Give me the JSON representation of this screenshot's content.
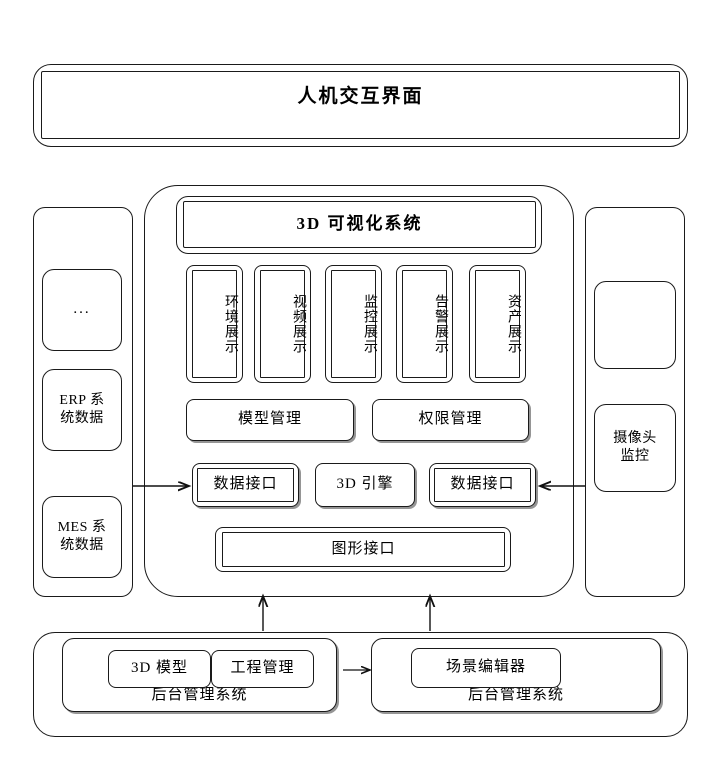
{
  "diagram": {
    "title_layer": {
      "label": "人机交互界面"
    },
    "visualization": {
      "header": "3D 可视化系统",
      "display_modules": [
        {
          "label": "环境展示"
        },
        {
          "label": "视频展示"
        },
        {
          "label": "监控展示"
        },
        {
          "label": "告警展示"
        },
        {
          "label": "资产展示"
        }
      ],
      "management": [
        {
          "label": "模型管理"
        },
        {
          "label": "权限管理"
        }
      ],
      "interfaces": [
        {
          "label": "数据接口"
        },
        {
          "label": "3D 引擎"
        },
        {
          "label": "数据接口"
        }
      ],
      "graphics_interface": "图形接口"
    },
    "left_sources": {
      "items": [
        {
          "label": "..."
        },
        {
          "label": "ERP 系\n统数据"
        },
        {
          "label": "MES 系\n统数据"
        }
      ]
    },
    "right_sources": {
      "items": [
        {
          "label": ""
        },
        {
          "label": "摄像头\n监控"
        }
      ]
    },
    "backend": {
      "left": {
        "label": "后台管理系统",
        "modules": [
          {
            "label": "3D 模型"
          },
          {
            "label": "工程管理"
          }
        ]
      },
      "right": {
        "label": "后台管理系统",
        "modules": [
          {
            "label": "场景编辑器"
          }
        ]
      }
    },
    "connectors": [
      {
        "name": "left-data-into-core",
        "direction": "right"
      },
      {
        "name": "right-camera-into-core",
        "direction": "left"
      },
      {
        "name": "backend-left-up-to-core",
        "direction": "up"
      },
      {
        "name": "backend-right-up-to-core",
        "direction": "up"
      },
      {
        "name": "backend-left-to-backend-right",
        "direction": "right"
      }
    ],
    "colors": {
      "stroke": "#1a1a1a",
      "background": "#ffffff",
      "shadow": "#828282"
    }
  }
}
